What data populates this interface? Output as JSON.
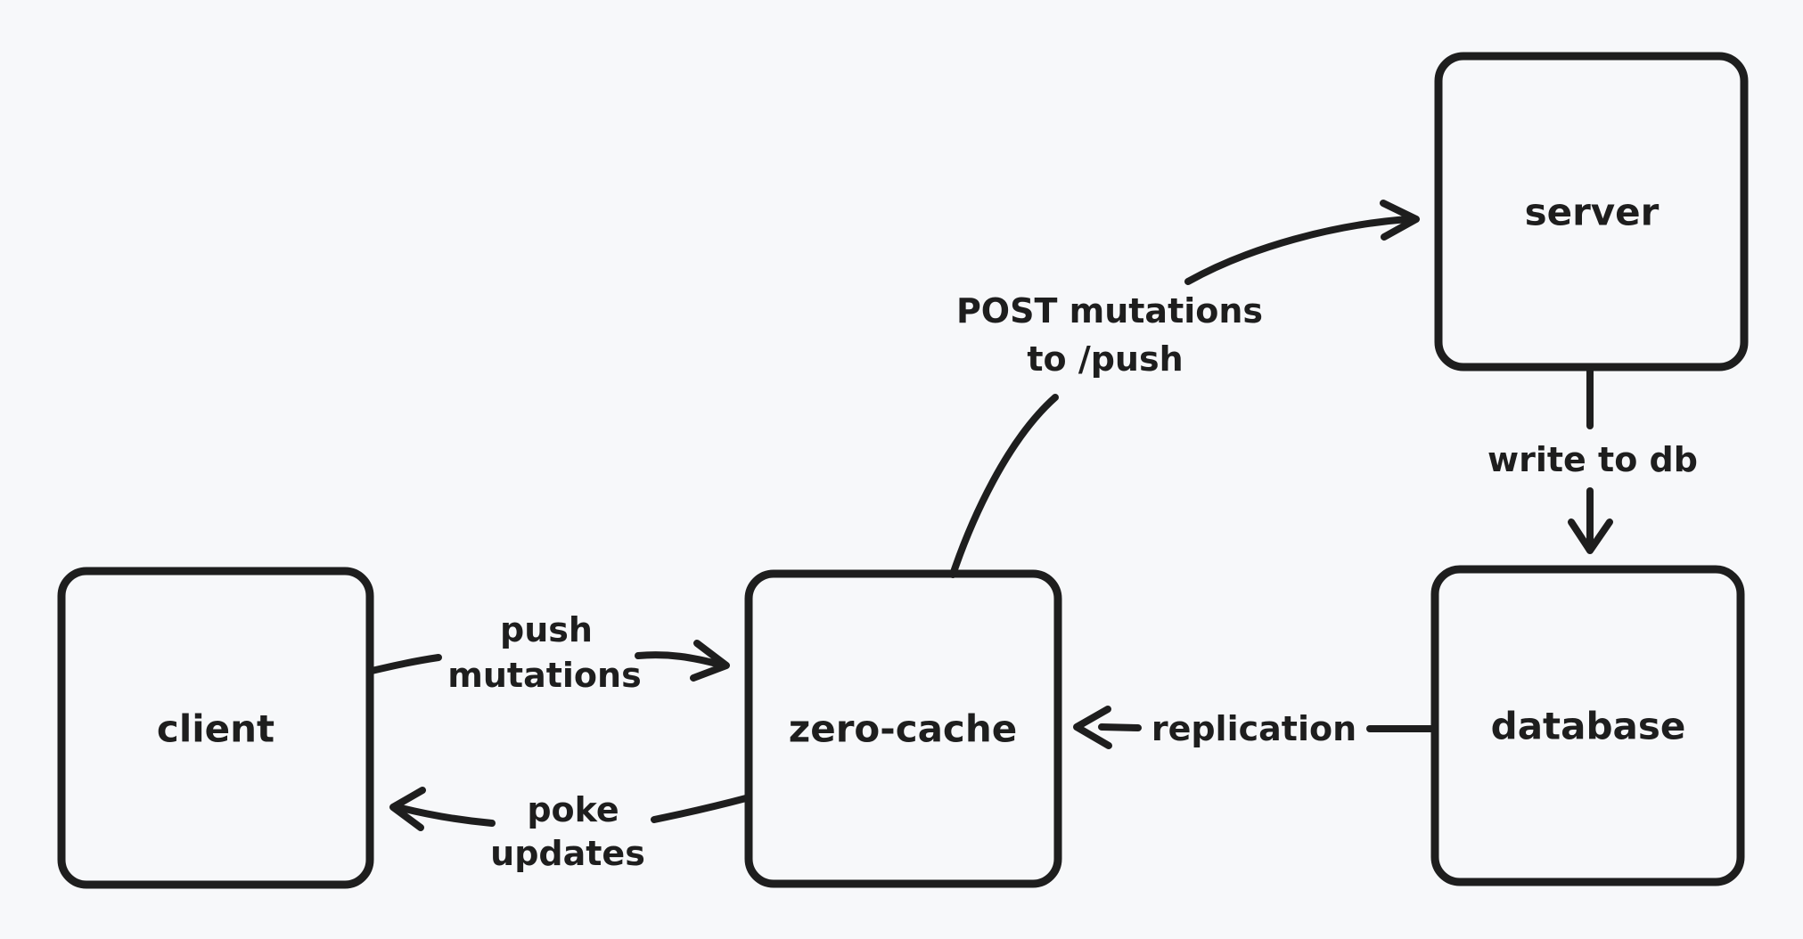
{
  "canvas": {
    "background": "#f7f8fa",
    "ink": "#1e1e1e"
  },
  "nodes": [
    {
      "id": "client",
      "label": "client"
    },
    {
      "id": "zero-cache",
      "label": "zero-cache"
    },
    {
      "id": "server",
      "label": "server"
    },
    {
      "id": "database",
      "label": "database"
    }
  ],
  "edges": [
    {
      "id": "push-mutations",
      "from": "client",
      "to": "zero-cache",
      "lines": [
        "push",
        "mutations"
      ]
    },
    {
      "id": "poke-updates",
      "from": "zero-cache",
      "to": "client",
      "lines": [
        "poke",
        "updates"
      ]
    },
    {
      "id": "post-mutations-to-push",
      "from": "zero-cache",
      "to": "server",
      "lines": [
        "POST mutations",
        "to /push"
      ]
    },
    {
      "id": "write-to-db",
      "from": "server",
      "to": "database",
      "lines": [
        "write to db"
      ]
    },
    {
      "id": "replication",
      "from": "database",
      "to": "zero-cache",
      "lines": [
        "replication"
      ]
    }
  ]
}
